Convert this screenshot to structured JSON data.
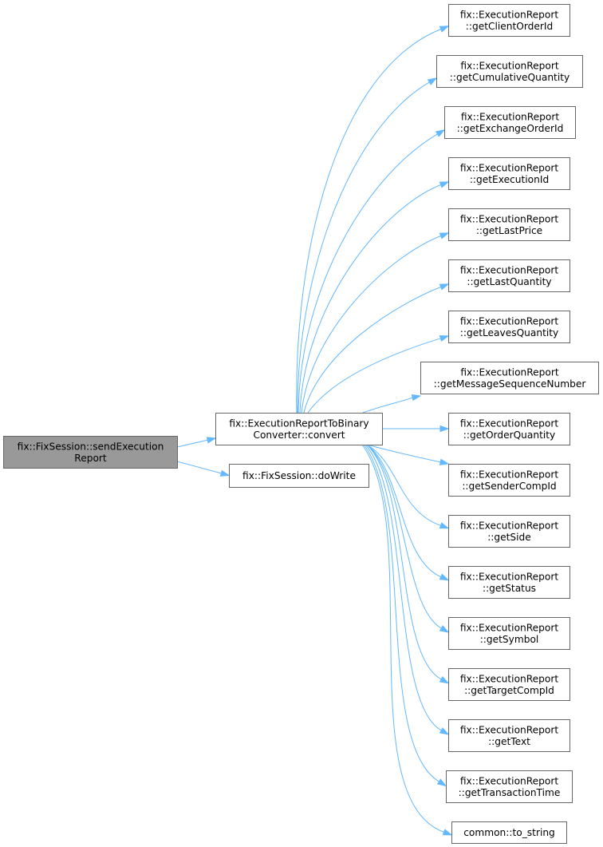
{
  "graph": {
    "type": "call-graph",
    "colors": {
      "root_fill": "#999999",
      "node_fill": "#ffffff",
      "node_border": "#666666",
      "edge": "#63b8ff"
    },
    "nodes": [
      {
        "id": "root",
        "lines": [
          "fix::FixSession::sendExecution",
          "Report"
        ],
        "root": true
      },
      {
        "id": "convert",
        "lines": [
          "fix::ExecutionReportToBinary",
          "Converter::convert"
        ]
      },
      {
        "id": "doWrite",
        "lines": [
          "fix::FixSession::doWrite"
        ]
      },
      {
        "id": "getClientOrderId",
        "lines": [
          "fix::ExecutionReport",
          "::getClientOrderId"
        ]
      },
      {
        "id": "getCumulativeQuantity",
        "lines": [
          "fix::ExecutionReport",
          "::getCumulativeQuantity"
        ]
      },
      {
        "id": "getExchangeOrderId",
        "lines": [
          "fix::ExecutionReport",
          "::getExchangeOrderId"
        ]
      },
      {
        "id": "getExecutionId",
        "lines": [
          "fix::ExecutionReport",
          "::getExecutionId"
        ]
      },
      {
        "id": "getLastPrice",
        "lines": [
          "fix::ExecutionReport",
          "::getLastPrice"
        ]
      },
      {
        "id": "getLastQuantity",
        "lines": [
          "fix::ExecutionReport",
          "::getLastQuantity"
        ]
      },
      {
        "id": "getLeavesQuantity",
        "lines": [
          "fix::ExecutionReport",
          "::getLeavesQuantity"
        ]
      },
      {
        "id": "getMessageSequenceNumber",
        "lines": [
          "fix::ExecutionReport",
          "::getMessageSequenceNumber"
        ]
      },
      {
        "id": "getOrderQuantity",
        "lines": [
          "fix::ExecutionReport",
          "::getOrderQuantity"
        ]
      },
      {
        "id": "getSenderCompId",
        "lines": [
          "fix::ExecutionReport",
          "::getSenderCompId"
        ]
      },
      {
        "id": "getSide",
        "lines": [
          "fix::ExecutionReport",
          "::getSide"
        ]
      },
      {
        "id": "getStatus",
        "lines": [
          "fix::ExecutionReport",
          "::getStatus"
        ]
      },
      {
        "id": "getSymbol",
        "lines": [
          "fix::ExecutionReport",
          "::getSymbol"
        ]
      },
      {
        "id": "getTargetCompId",
        "lines": [
          "fix::ExecutionReport",
          "::getTargetCompId"
        ]
      },
      {
        "id": "getText",
        "lines": [
          "fix::ExecutionReport",
          "::getText"
        ]
      },
      {
        "id": "getTransactionTime",
        "lines": [
          "fix::ExecutionReport",
          "::getTransactionTime"
        ]
      },
      {
        "id": "to_string",
        "lines": [
          "common::to_string"
        ]
      }
    ],
    "edges": [
      [
        "root",
        "convert"
      ],
      [
        "root",
        "doWrite"
      ],
      [
        "convert",
        "getClientOrderId"
      ],
      [
        "convert",
        "getCumulativeQuantity"
      ],
      [
        "convert",
        "getExchangeOrderId"
      ],
      [
        "convert",
        "getExecutionId"
      ],
      [
        "convert",
        "getLastPrice"
      ],
      [
        "convert",
        "getLastQuantity"
      ],
      [
        "convert",
        "getLeavesQuantity"
      ],
      [
        "convert",
        "getMessageSequenceNumber"
      ],
      [
        "convert",
        "getOrderQuantity"
      ],
      [
        "convert",
        "getSenderCompId"
      ],
      [
        "convert",
        "getSide"
      ],
      [
        "convert",
        "getStatus"
      ],
      [
        "convert",
        "getSymbol"
      ],
      [
        "convert",
        "getTargetCompId"
      ],
      [
        "convert",
        "getText"
      ],
      [
        "convert",
        "getTransactionTime"
      ],
      [
        "convert",
        "to_string"
      ]
    ]
  }
}
